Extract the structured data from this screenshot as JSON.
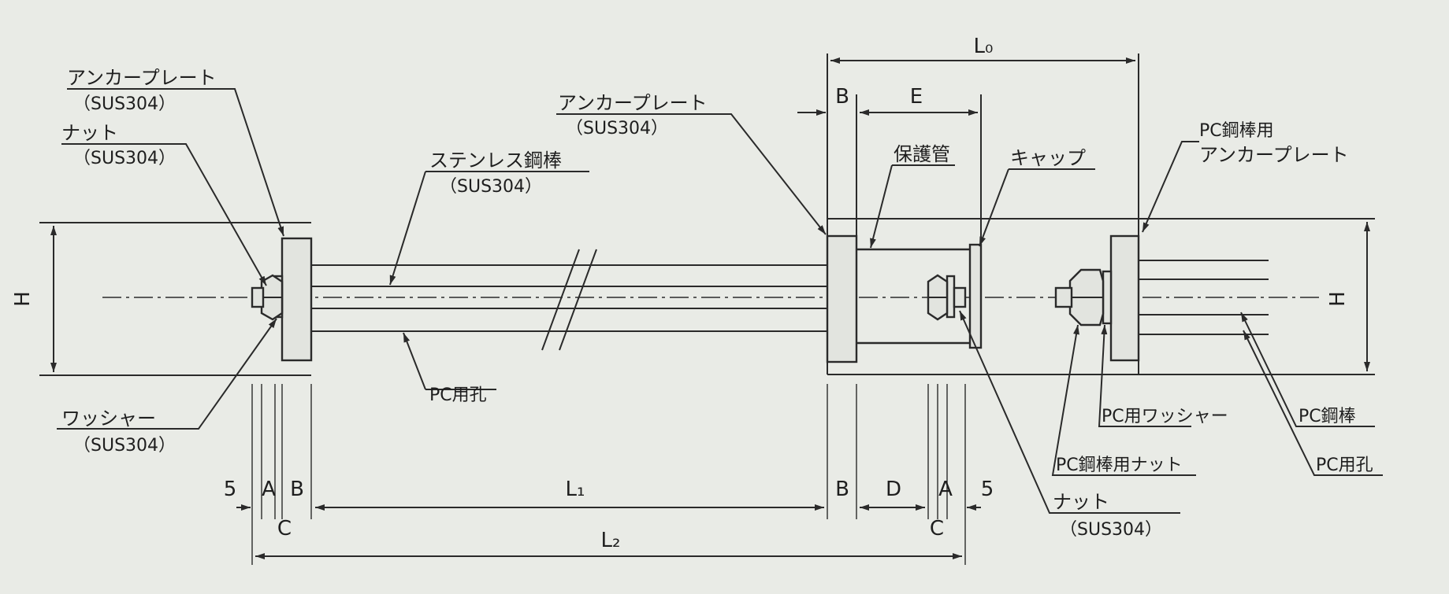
{
  "labels": {
    "anchor_plate_left": "アンカープレート",
    "anchor_plate_left_mat": "（SUS304）",
    "nut_left": "ナット",
    "nut_left_mat": "（SUS304）",
    "stainless_bar": "ステンレス鋼棒",
    "stainless_bar_mat": "（SUS304）",
    "anchor_plate_mid": "アンカープレート",
    "anchor_plate_mid_mat": "（SUS304）",
    "protective_tube": "保護管",
    "cap": "キャップ",
    "pc_bar_for": "PC鋼棒用",
    "pc_anchor_plate": "アンカープレート",
    "pc_hole_left": "PC用孔",
    "washer_left": "ワッシャー",
    "washer_left_mat": "（SUS304）",
    "pc_washer": "PC用ワッシャー",
    "pc_bar": "PC鋼棒",
    "pc_bar_nut": "PC鋼棒用ナット",
    "pc_hole_right": "PC用孔",
    "nut_right": "ナット",
    "nut_right_mat": "（SUS304）"
  },
  "dimensions": {
    "H_left": "H",
    "H_right": "H",
    "L0": "L₀",
    "L1": "L₁",
    "L2": "L₂",
    "B_top": "B",
    "E": "E",
    "five_left": "5",
    "A_left": "A",
    "B_left": "B",
    "C_left": "C",
    "B_mid": "B",
    "D": "D",
    "A_right": "A",
    "five_right": "5",
    "C_right": "C"
  }
}
